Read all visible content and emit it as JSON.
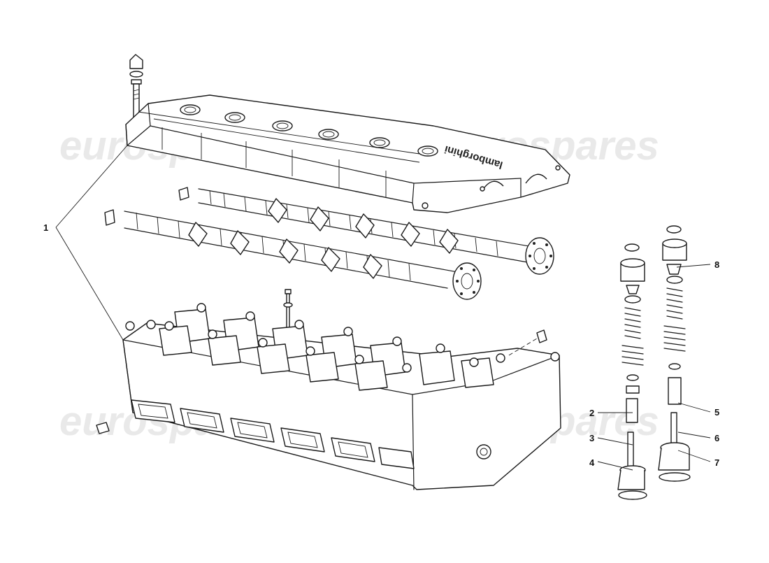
{
  "watermark": {
    "text": "eurospares"
  },
  "cover_logo": {
    "text": "lamborghini"
  },
  "callouts": [
    {
      "id": "1",
      "label": "1"
    },
    {
      "id": "2",
      "label": "2"
    },
    {
      "id": "3",
      "label": "3"
    },
    {
      "id": "4",
      "label": "4"
    },
    {
      "id": "5",
      "label": "5"
    },
    {
      "id": "6",
      "label": "6"
    },
    {
      "id": "7",
      "label": "7"
    },
    {
      "id": "8",
      "label": "8"
    }
  ]
}
